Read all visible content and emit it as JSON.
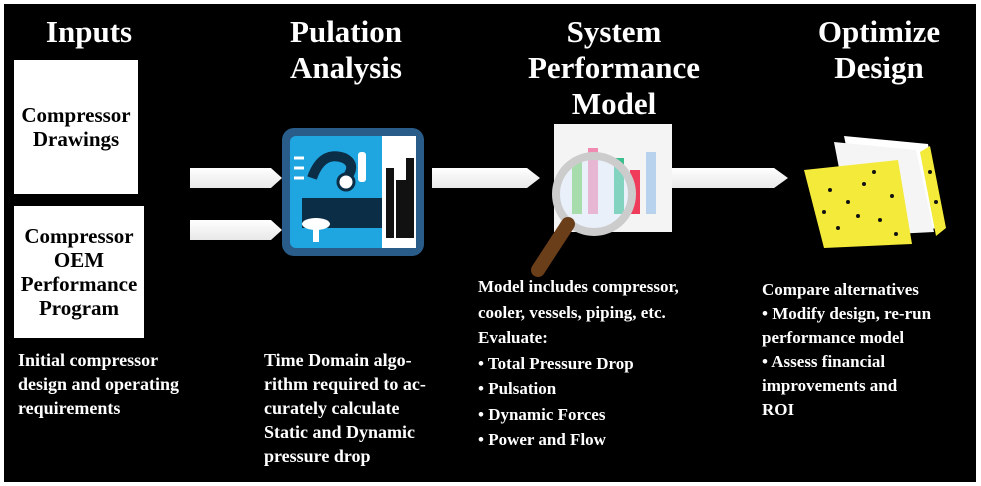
{
  "columns": {
    "inputs": {
      "heading": [
        "Inputs"
      ]
    },
    "pulsation": {
      "heading": [
        "Pulation",
        "Analysis"
      ]
    },
    "system": {
      "heading": [
        "System",
        "Performance",
        "Model"
      ]
    },
    "optimize": {
      "heading": [
        "Optimize",
        "Design"
      ]
    }
  },
  "boxes": {
    "drawings": [
      "Compressor",
      "Drawings"
    ],
    "oem": [
      "Compressor",
      "OEM",
      "Performance",
      "Program"
    ]
  },
  "captions": {
    "inputs": [
      "Initial compressor",
      "design and operating",
      "requirements"
    ],
    "pulsation": [
      "Time Domain algo-",
      "rithm required to ac-",
      "curately calculate",
      "Static and Dynamic",
      "pressure drop"
    ],
    "system": [
      "Model includes compressor,",
      "cooler, vessels, piping, etc.",
      "Evaluate:",
      "• Total Pressure Drop",
      "• Pulsation",
      "• Dynamic Forces",
      "• Power and Flow"
    ],
    "optimize": [
      "Compare alternatives",
      "•  Modify design, re-run",
      "performance model",
      "•  Assess financial",
      "improvements and",
      "ROI"
    ]
  },
  "icons": {
    "pulsation": "lab-analysis-icon",
    "system": "chart-magnifier-icon",
    "optimize": "folders-icon"
  },
  "colors": {
    "background": "#000000",
    "lab_blue": "#1fa6e0",
    "folder_yellow": "#f3ea3a"
  }
}
